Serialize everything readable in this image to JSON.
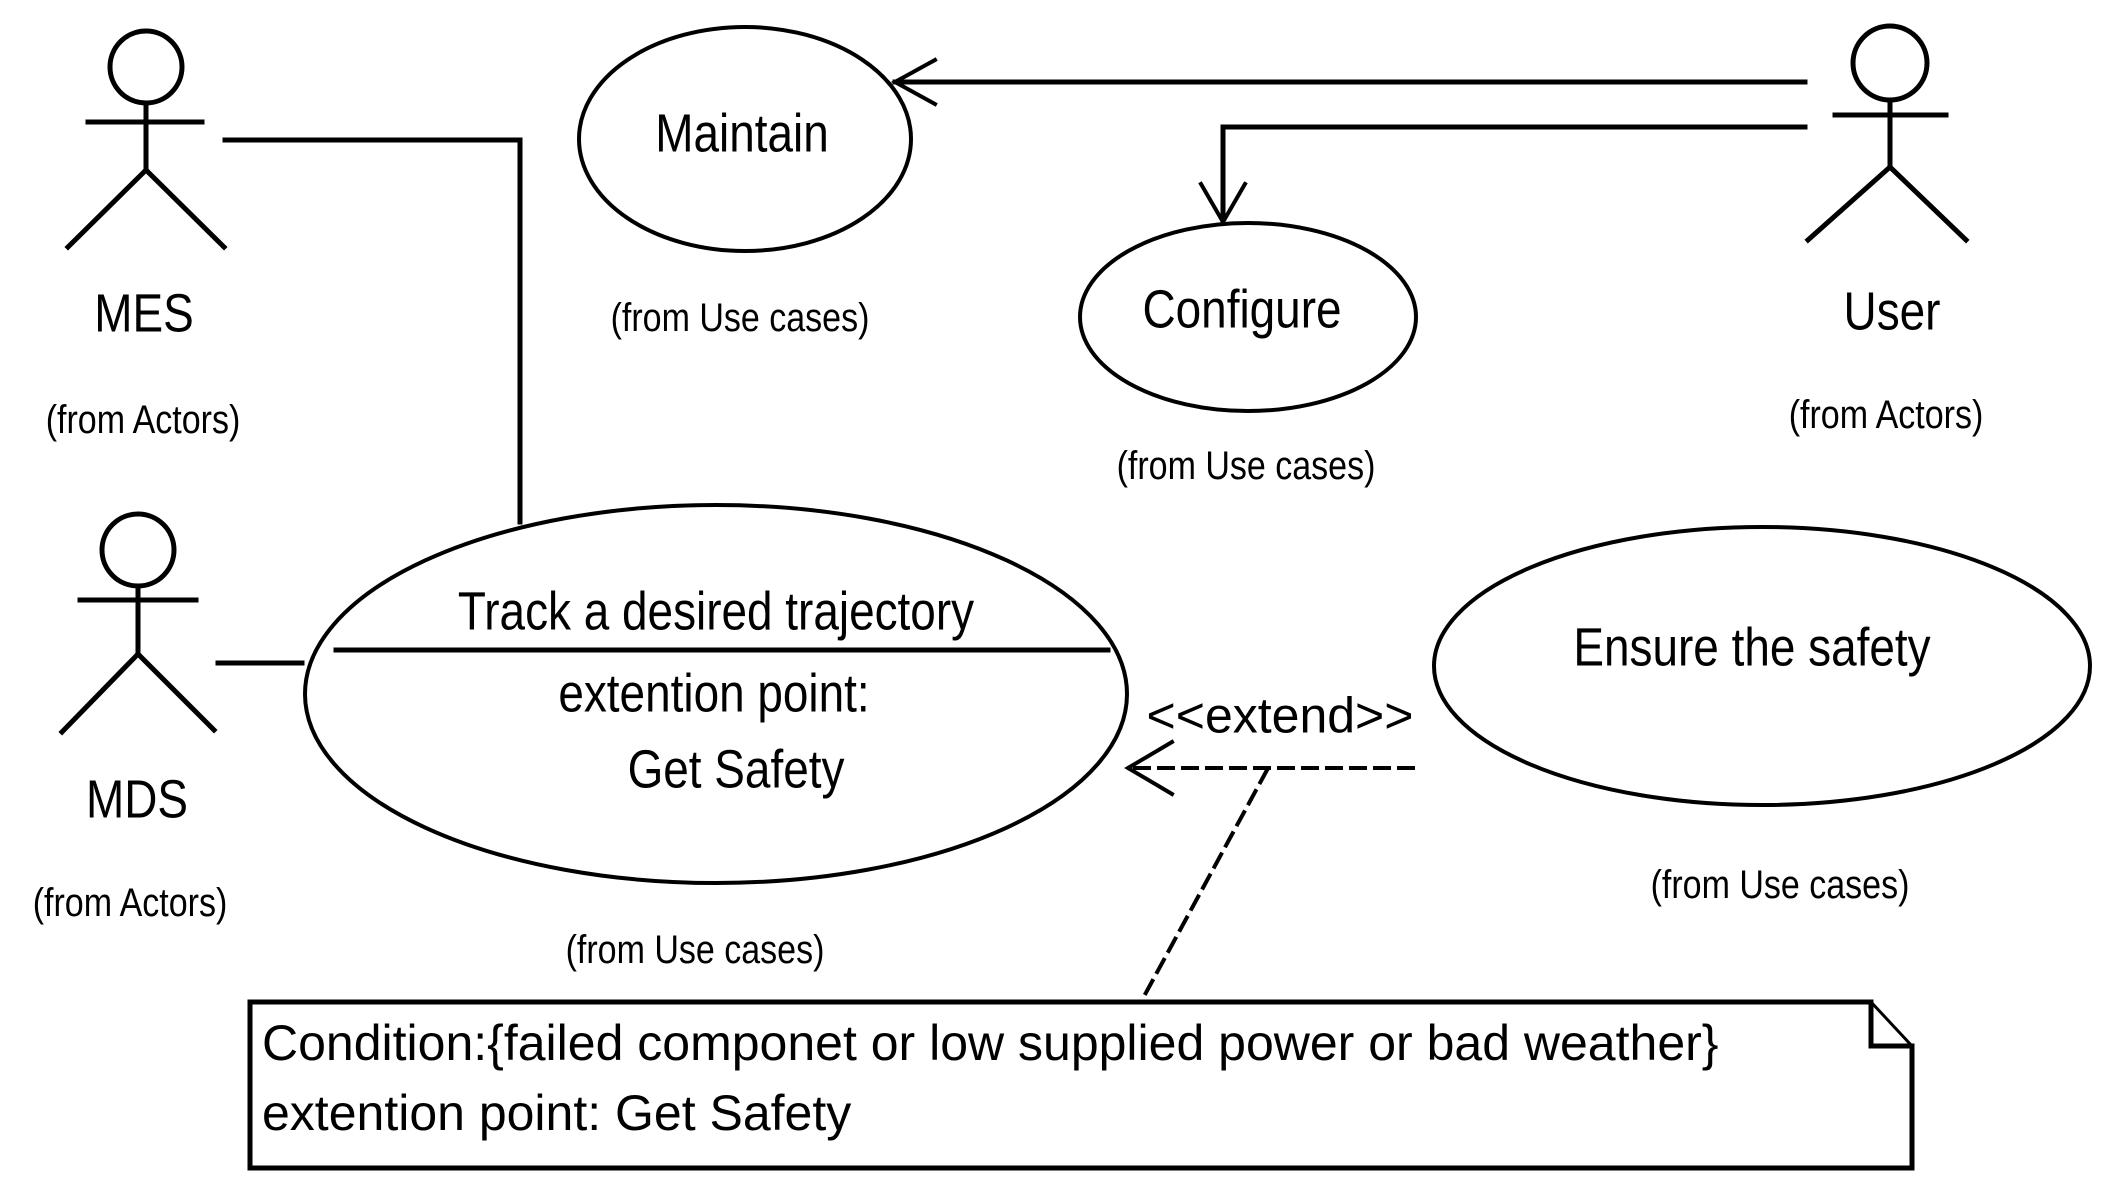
{
  "diagram": {
    "colors": {
      "line": "#000000",
      "text": "#000000",
      "background": "#ffffff"
    },
    "actors": {
      "mes": {
        "name": "MES",
        "origin": "(from Actors)"
      },
      "mds": {
        "name": "MDS",
        "origin": "(from Actors)"
      },
      "user": {
        "name": "User",
        "origin": "(from Actors)"
      }
    },
    "use_cases": {
      "maintain": {
        "name": "Maintain",
        "origin": "(from Use cases)"
      },
      "configure": {
        "name": "Configure",
        "origin": "(from Use cases)"
      },
      "track": {
        "name": "Track a desired trajectory",
        "extension_point_label": "extention point:",
        "extension_point": "Get Safety",
        "origin": "(from Use cases)"
      },
      "ensure": {
        "name": "Ensure the safety",
        "origin": "(from Use cases)"
      }
    },
    "relationships": {
      "extend": {
        "stereotype": "<<extend>>"
      }
    },
    "note": {
      "line1": "Condition:{failed componet or low supplied power or bad weather}",
      "line2": "extention point: Get Safety"
    }
  }
}
